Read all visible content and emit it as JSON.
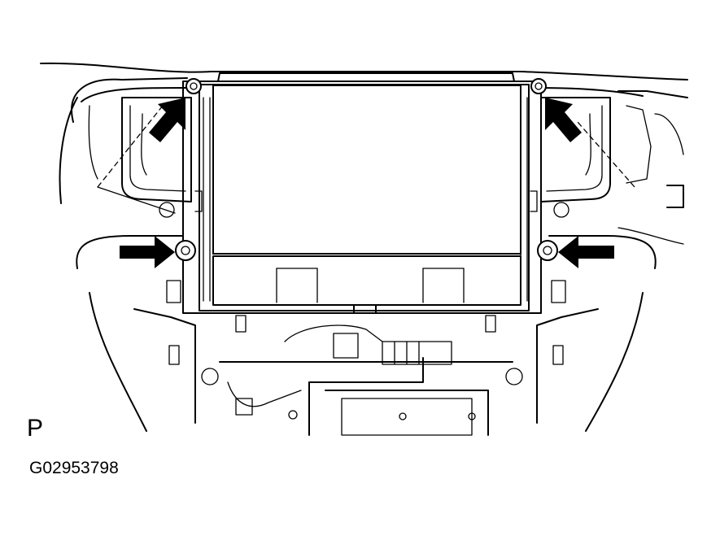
{
  "figure": {
    "view_label": "P",
    "figure_code": "G02953798"
  },
  "colors": {
    "line": "#000000",
    "background": "#ffffff"
  },
  "callouts": [
    {
      "name": "upper-left-fastener-arrow",
      "direction": "up-left"
    },
    {
      "name": "upper-right-fastener-arrow",
      "direction": "up-right"
    },
    {
      "name": "lower-left-bolt-arrow",
      "direction": "right"
    },
    {
      "name": "lower-right-bolt-arrow",
      "direction": "left"
    }
  ]
}
